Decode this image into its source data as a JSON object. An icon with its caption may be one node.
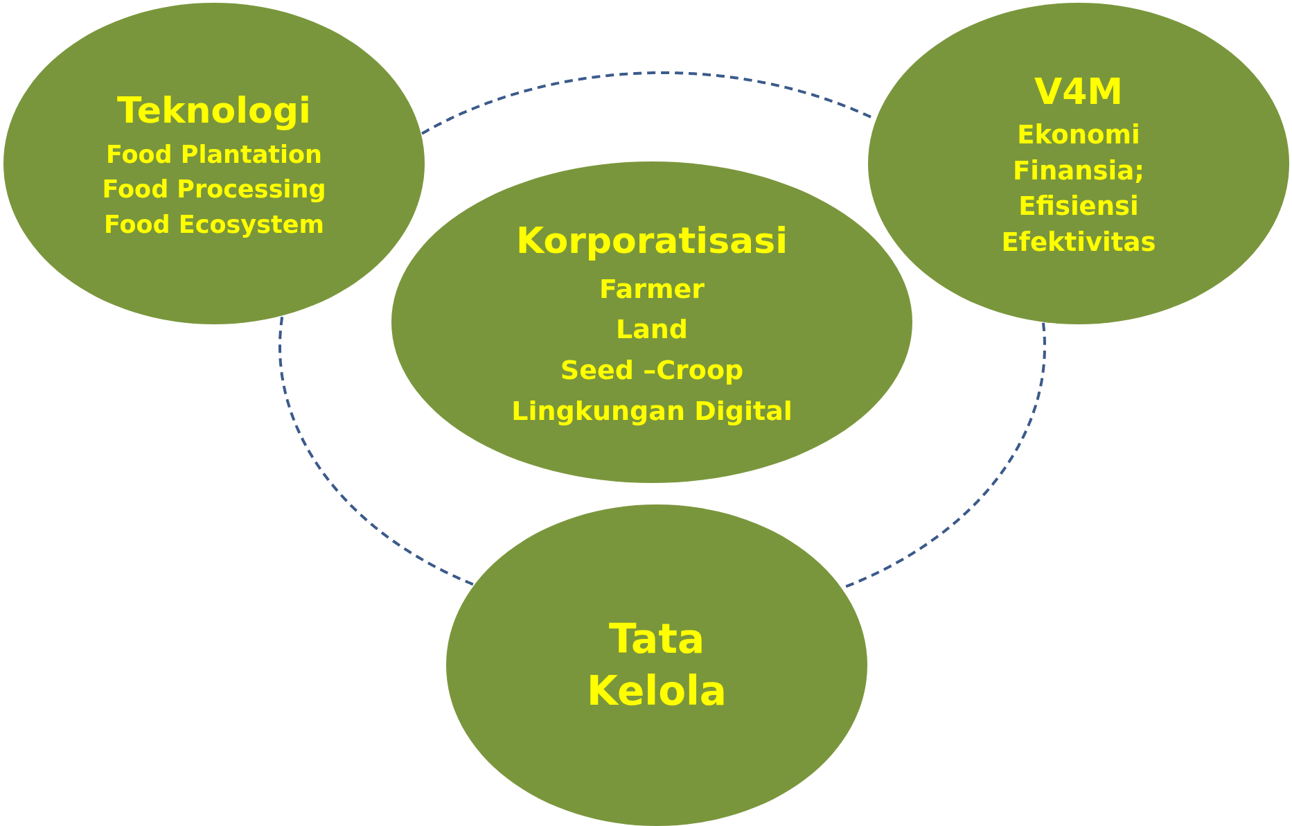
{
  "diagram": {
    "nodes": [
      {
        "text": [
          "Teknologi",
          "Food Plantation",
          "Food Processing",
          "Food Ecosystem"
        ]
      },
      {
        "text": [
          "V4M",
          "Ekonomi",
          "Finansia;",
          "Efisiensi",
          "Efektivitas"
        ]
      },
      {
        "text": [
          "Korporatisasi",
          "Farmer",
          "Land",
          "Seed –Croop",
          "Lingkungan Digital"
        ]
      },
      {
        "text": [
          "Tata Kelola"
        ]
      }
    ],
    "edges": [
      {
        "from": 0,
        "to": 1,
        "arrow": "none",
        "style": "dashed"
      },
      {
        "from": 0,
        "to": 3,
        "arrow": "none",
        "style": "dashed"
      },
      {
        "from": 1,
        "to": 3,
        "arrow": "none",
        "style": "dashed"
      }
    ]
  }
}
